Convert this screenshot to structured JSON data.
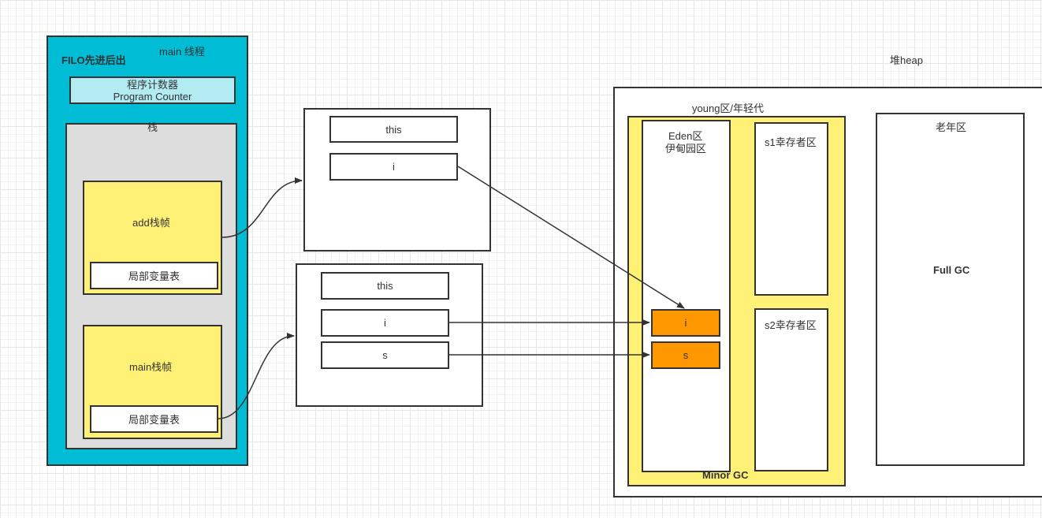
{
  "thread": {
    "title": "main 线程",
    "filo": "FILO先进后出"
  },
  "pc": {
    "line1": "程序计数器",
    "line2": "Program Counter"
  },
  "stack": {
    "label": "栈"
  },
  "add_frame": {
    "label": "add栈帧",
    "locals": "局部变量表"
  },
  "main_frame": {
    "label": "main栈帧",
    "locals": "局部变量表"
  },
  "add_locals_table": {
    "this": "this",
    "i": "i"
  },
  "main_locals_table": {
    "this": "this",
    "i": "i",
    "s": "s"
  },
  "heap": {
    "label": "堆heap",
    "young": "young区/年轻代",
    "eden_line1": "Eden区",
    "eden_line2": "伊甸园区",
    "s1": "s1幸存者区",
    "s2": "s2幸存者区",
    "minor_gc": "Minor GC",
    "old": "老年区",
    "full_gc": "Full GC",
    "obj_i": "i",
    "obj_s": "s"
  },
  "colors": {
    "thread": "#00bcd4",
    "pc": "#b2ebf2",
    "stack": "#dddddd",
    "frame": "#fff176",
    "object": "#ff9800",
    "line": "#333333"
  }
}
